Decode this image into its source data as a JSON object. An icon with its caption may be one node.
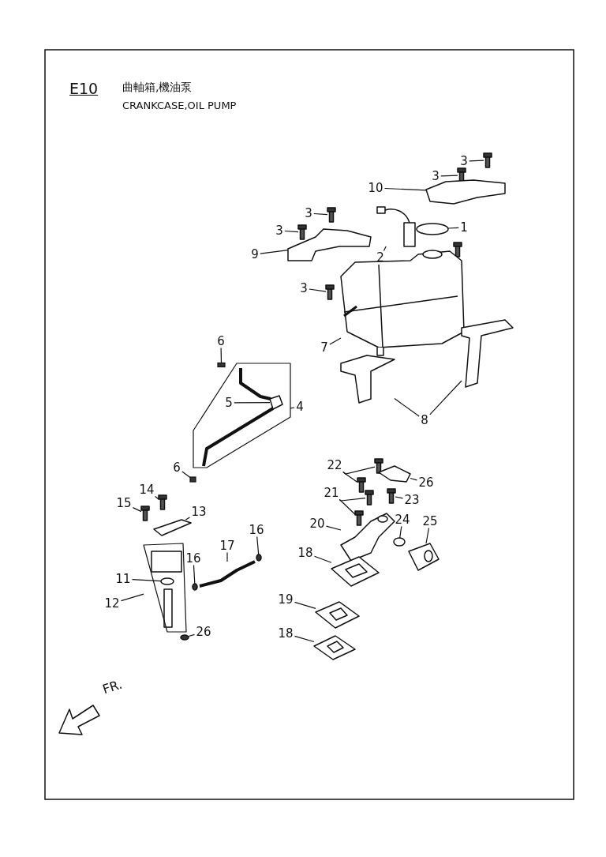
{
  "diagram": {
    "title": "E10",
    "nodes": [
      {
        "text": [
          "3"
        ]
      },
      {
        "text": [
          "3"
        ]
      },
      {
        "text": [
          "10"
        ]
      },
      {
        "text": [
          "3"
        ]
      },
      {
        "text": [
          "3"
        ]
      },
      {
        "text": [
          "1"
        ]
      },
      {
        "text": [
          "2"
        ]
      },
      {
        "text": [
          "9"
        ]
      },
      {
        "text": [
          "3"
        ]
      },
      {
        "text": [
          "7"
        ]
      },
      {
        "text": [
          "6"
        ]
      },
      {
        "text": [
          "5"
        ],
        "in": 45
      },
      {
        "text": [
          "4"
        ]
      },
      {
        "text": [
          "8"
        ]
      },
      {
        "text": [
          "6"
        ]
      },
      {
        "text": [
          "22"
        ]
      },
      {
        "text": [
          "26"
        ]
      },
      {
        "text": [
          "14"
        ]
      },
      {
        "text": [
          "21"
        ]
      },
      {
        "text": [
          "23"
        ]
      },
      {
        "text": [
          "15"
        ]
      },
      {
        "text": [
          "13"
        ]
      },
      {
        "text": [
          "24"
        ]
      },
      {
        "text": [
          "25"
        ]
      },
      {
        "text": [
          "20"
        ]
      },
      {
        "text": [
          "16"
        ]
      },
      {
        "text": [
          "17"
        ]
      },
      {
        "text": [
          "18"
        ]
      },
      {
        "text": [
          "16"
        ]
      },
      {
        "text": [
          "11"
        ]
      },
      {
        "text": [
          "12"
        ]
      },
      {
        "text": [
          "19"
        ]
      },
      {
        "text": [
          "26"
        ]
      },
      {
        "text": [
          "18"
        ]
      },
      {
        "text": [],
        "shape": "picture"
      },
      {
        "text": [],
        "shape": "picture"
      },
      {
        "text": [],
        "shape": "picture"
      },
      {
        "text": [],
        "shape": "picture"
      },
      {
        "text": [],
        "shape": "picture"
      },
      {
        "text": [],
        "shape": "circle"
      },
      {
        "text": [],
        "shape": "picture"
      },
      {
        "text": [],
        "shape": "picture"
      },
      {
        "text": [],
        "shape": "picture"
      },
      {
        "text": [],
        "shape": "picture"
      },
      {
        "text": [],
        "shape": "box"
      },
      {
        "text": [],
        "shape": "outline"
      },
      {
        "text": [],
        "shape": "picture",
        "in": 45
      },
      {
        "text": [],
        "shape": "picture"
      },
      {
        "text": [],
        "shape": "picture"
      },
      {
        "text": [],
        "shape": "box"
      },
      {
        "text": [],
        "shape": "picture"
      },
      {
        "text": [],
        "shape": "picture"
      },
      {
        "text": [],
        "shape": "picture"
      },
      {
        "text": [],
        "shape": "picture"
      },
      {
        "text": [],
        "shape": "picture"
      },
      {
        "text": [],
        "shape": "picture"
      },
      {
        "text": [],
        "shape": "picture"
      },
      {
        "text": [],
        "shape": "picture"
      },
      {
        "text": [],
        "shape": "picture"
      },
      {
        "text": [],
        "shape": "circle"
      },
      {
        "text": [],
        "shape": "picture"
      },
      {
        "text": [],
        "shape": "picture"
      },
      {
        "text": [],
        "shape": "circle"
      },
      {
        "text": [],
        "shape": "picture"
      },
      {
        "text": [],
        "shape": "picture"
      },
      {
        "text": [],
        "shape": "circle"
      },
      {
        "text": [],
        "shape": "outline"
      },
      {
        "text": [],
        "shape": "circle",
        "in": 66
      },
      {
        "text": [],
        "shape": "picture"
      },
      {
        "text": [],
        "shape": "circle"
      },
      {
        "text": [],
        "shape": "picture"
      }
    ],
    "edges": [
      {
        "from": 0,
        "to": 34,
        "arrow": "none"
      },
      {
        "from": 1,
        "to": 35,
        "arrow": "none"
      },
      {
        "from": 2,
        "to": 36,
        "arrow": "none"
      },
      {
        "from": 3,
        "to": 37,
        "arrow": "none"
      },
      {
        "from": 4,
        "to": 38,
        "arrow": "none"
      },
      {
        "from": 5,
        "to": 39,
        "arrow": "none"
      },
      {
        "from": 6,
        "to": 40,
        "arrow": "none"
      },
      {
        "from": 7,
        "to": 41,
        "arrow": "none"
      },
      {
        "from": 8,
        "to": 42,
        "arrow": "none"
      },
      {
        "from": 9,
        "to": 43,
        "arrow": "none"
      },
      {
        "from": 10,
        "to": 44,
        "arrow": "none"
      },
      {
        "from": 11,
        "to": 46,
        "arrow": "none"
      },
      {
        "from": 12,
        "to": 45,
        "arrow": "none"
      },
      {
        "from": 13,
        "to": 47,
        "arrow": "none"
      },
      {
        "from": 13,
        "to": 48,
        "arrow": "none"
      },
      {
        "from": 14,
        "to": 49,
        "arrow": "none"
      },
      {
        "from": 15,
        "to": 50,
        "arrow": "none"
      },
      {
        "from": 15,
        "to": 51,
        "arrow": "none"
      },
      {
        "from": 16,
        "to": 52,
        "arrow": "none"
      },
      {
        "from": 17,
        "to": 53,
        "arrow": "none"
      },
      {
        "from": 18,
        "to": 54,
        "arrow": "none"
      },
      {
        "from": 18,
        "to": 55,
        "arrow": "none"
      },
      {
        "from": 19,
        "to": 56,
        "arrow": "none"
      },
      {
        "from": 20,
        "to": 57,
        "arrow": "none"
      },
      {
        "from": 21,
        "to": 58,
        "arrow": "none"
      },
      {
        "from": 22,
        "to": 59,
        "arrow": "none"
      },
      {
        "from": 23,
        "to": 60,
        "arrow": "none"
      },
      {
        "from": 24,
        "to": 61,
        "arrow": "none"
      },
      {
        "from": 25,
        "to": 62,
        "arrow": "none"
      },
      {
        "from": 26,
        "to": 63,
        "arrow": "none"
      },
      {
        "from": 27,
        "to": 64,
        "arrow": "none"
      },
      {
        "from": 28,
        "to": 65,
        "arrow": "none"
      },
      {
        "from": 29,
        "to": 67,
        "arrow": "none"
      },
      {
        "from": 30,
        "to": 66,
        "arrow": "none"
      },
      {
        "from": 31,
        "to": 68,
        "arrow": "none"
      },
      {
        "from": 32,
        "to": 69,
        "arrow": "none"
      },
      {
        "from": 33,
        "to": 70,
        "arrow": "none"
      }
    ],
    "labels": [
      "曲軸箱,機油泵",
      "CRANKCASE,OIL PUMP",
      "FR."
    ]
  }
}
